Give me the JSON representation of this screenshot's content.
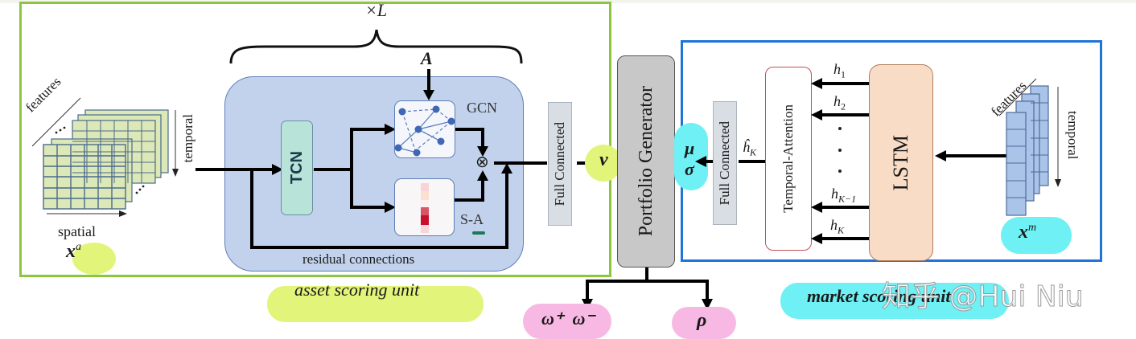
{
  "asset_unit": {
    "label": "asset scoring unit",
    "repeat": "×L",
    "input_symbol": "x",
    "input_sup": "a",
    "axis_features": "features",
    "axis_temporal": "temporal",
    "axis_spatial": "spatial",
    "tcn": "TCN",
    "gcn": "GCN",
    "adjacency": "A",
    "self_attention": "S-A",
    "residual": "residual connections",
    "full_connected": "Full Connected",
    "output_symbol": "v",
    "multiply_symbol": "⊗"
  },
  "portfolio": {
    "label": "Portfolio Generator",
    "out_weights": "ω⁺  ω⁻",
    "out_rho": "ρ"
  },
  "market_unit": {
    "label": "market scoring unit",
    "input_symbol": "x",
    "input_sup": "m",
    "axis_features": "features",
    "axis_temporal": "temporal",
    "lstm": "LSTM",
    "temporal_attention": "Temporal-Attention",
    "full_connected": "Full Connected",
    "h_hat": "ĥ",
    "h_hat_sub": "K",
    "hidden": [
      {
        "sym": "h",
        "sub": "1"
      },
      {
        "sym": "h",
        "sub": "2"
      },
      {
        "sym": "h",
        "sub": "K−1"
      },
      {
        "sym": "h",
        "sub": "K"
      }
    ],
    "dots": "·",
    "mu": "μ",
    "sigma": "σ"
  },
  "watermark": "知乎 @Hui Niu",
  "colors": {
    "asset_frame": "#8cc63f",
    "market_frame": "#1e74d8",
    "block_bg": "#c3d2ec",
    "tcn_bg": "#b8e3d9",
    "lstm_bg": "#f9dcc6",
    "portfolio_bg": "#c8c8c8",
    "fc_bg": "#d9dee5",
    "yellow_hl": "#e2f57a",
    "cyan_hl": "#6ef0f5",
    "pink_hl": "#f7b9e4"
  }
}
